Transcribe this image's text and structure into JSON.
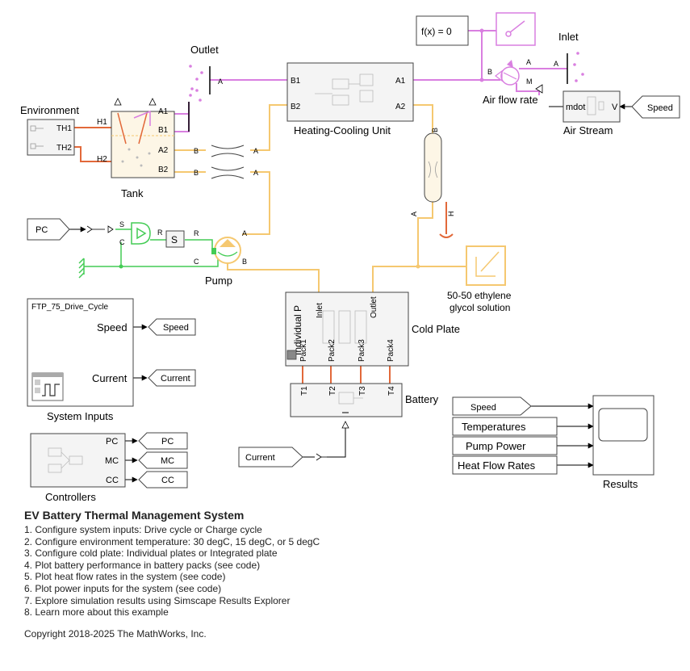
{
  "colors": {
    "thermal_liquid": "#f5c870",
    "moist_air": "#d97fe0",
    "thermal": "#e2693a",
    "controller": "#44cc55",
    "block_border": "#444444",
    "signal": "#000000"
  },
  "blocks": {
    "environment": {
      "title": "Environment",
      "ports": [
        "TH1",
        "TH2"
      ]
    },
    "tank": {
      "label": "Tank",
      "ports": [
        "H1",
        "H2",
        "A1",
        "B1",
        "A2",
        "B2"
      ]
    },
    "outlet": {
      "label": "Outlet",
      "port": "A"
    },
    "heating_cooling": {
      "label": "Heating-Cooling Unit",
      "ports": [
        "B1",
        "B2",
        "A1",
        "A2"
      ]
    },
    "fx_solver": {
      "label": "f(x) = 0"
    },
    "inlet": {
      "label": "Inlet",
      "port": "A"
    },
    "air_flow": {
      "label": "Air flow rate",
      "ports": [
        "A",
        "B",
        "M"
      ]
    },
    "air_stream": {
      "label": "Air Stream",
      "ports": [
        "mdot",
        "V"
      ]
    },
    "speed_from_tag": {
      "label": "Speed"
    },
    "pipe_ports": [
      "B",
      "A",
      "H"
    ],
    "pc_tag": {
      "label": "PC"
    },
    "switch_ports": [
      "S",
      "R",
      "C"
    ],
    "s_block": {
      "label": "S"
    },
    "pump": {
      "label": "Pump",
      "ports": [
        "R",
        "A",
        "C",
        "B"
      ]
    },
    "pipe_tank_ports": [
      "B",
      "A",
      "B",
      "A"
    ],
    "fluid": {
      "label_line1": "50-50 ethylene",
      "label_line2": "glycol solution"
    },
    "cold_plate": {
      "label": "Cold Plate",
      "variant": "Individual P",
      "ports": [
        "Inlet",
        "Outlet",
        "Pack1",
        "Pack2",
        "Pack3",
        "Pack4"
      ]
    },
    "battery": {
      "label": "Battery",
      "ports": [
        "T1",
        "T2",
        "T3",
        "T4"
      ]
    },
    "system_inputs": {
      "title": "FTP_75_Drive_Cycle",
      "label": "System Inputs",
      "outputs": [
        "Speed",
        "Current"
      ]
    },
    "speed_goto": {
      "label": "Speed"
    },
    "current_goto": {
      "label": "Current"
    },
    "controllers": {
      "label": "Controllers",
      "outputs": [
        "PC",
        "MC",
        "CC"
      ]
    },
    "controller_tags": [
      "PC",
      "MC",
      "CC"
    ],
    "current_from": {
      "label": "Current"
    },
    "results_inputs": [
      "Speed",
      "Temperatures",
      "Pump Power",
      "Heat Flow Rates"
    ],
    "results": {
      "label": "Results"
    }
  },
  "description": {
    "title": "EV Battery Thermal Management System",
    "items": [
      "1. Configure system inputs: Drive cycle or Charge cycle",
      "2. Configure environment temperature: 30 degC, 15 degC, or 5 degC",
      "3. Configure cold plate: Individual plates or Integrated plate",
      "4. Plot battery performance in battery packs (see code)",
      "5. Plot heat flow rates in the system (see code)",
      "6. Plot power inputs for the system (see code)",
      "7. Explore simulation results using Simscape Results Explorer",
      "8. Learn more about this example"
    ],
    "copyright": "Copyright 2018-2025 The MathWorks, Inc."
  }
}
